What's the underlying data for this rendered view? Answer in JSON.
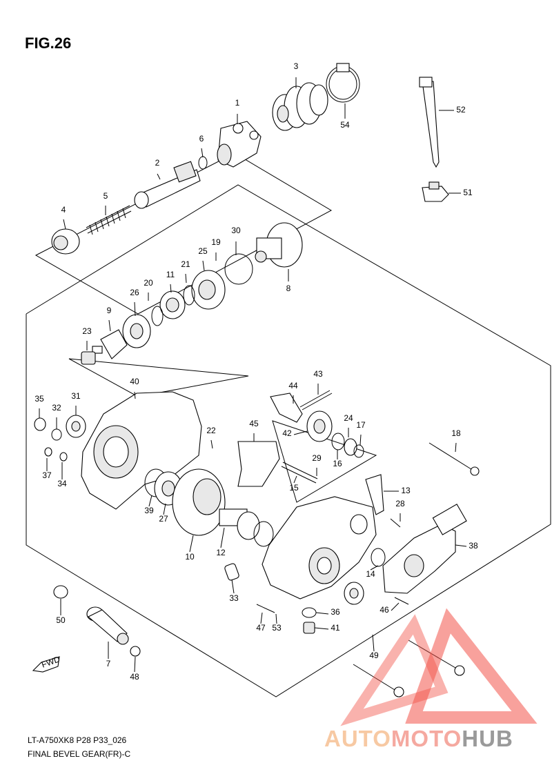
{
  "figure": {
    "title": "FIG.26",
    "code": "LT-A750XK8 P28 P33_026",
    "name": "FINAL BEVEL GEAR(FR)-C"
  },
  "fwd_label": "FWD",
  "watermark": {
    "part_a": "AUTO",
    "part_b": "MOTO",
    "part_c": "HUB",
    "colors": {
      "a": "#f7c9a3",
      "b": "#f5a9a0",
      "c": "#9a9a9a",
      "triangle": "#f2544a"
    }
  },
  "callouts": [
    "1",
    "2",
    "3",
    "4",
    "5",
    "6",
    "52",
    "54",
    "51",
    "8",
    "19",
    "30",
    "25",
    "21",
    "11",
    "20",
    "26",
    "9",
    "23",
    "40",
    "35",
    "32",
    "31",
    "22",
    "37",
    "34",
    "39",
    "27",
    "10",
    "12",
    "38",
    "43",
    "44",
    "42",
    "45",
    "24",
    "17",
    "16",
    "29",
    "15",
    "18",
    "13",
    "28",
    "14",
    "46",
    "33",
    "36",
    "41",
    "53",
    "47",
    "50",
    "7",
    "48",
    "49"
  ]
}
